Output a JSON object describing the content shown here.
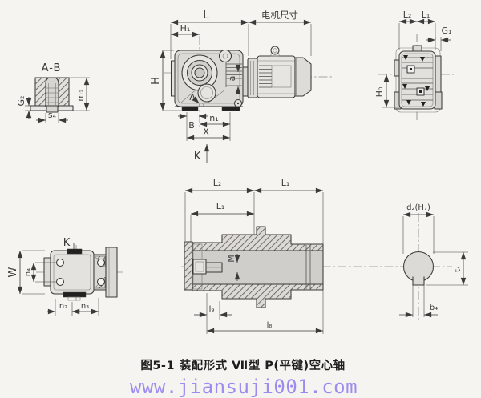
{
  "colors": {
    "paper": "#f6f4f0",
    "ink": "#3a3a38",
    "dark": "#232120",
    "body": "#dcdad6",
    "body-light": "#e7e5e1",
    "bore": "#d0ceca",
    "caption": "#1e1e1e",
    "watermark": "#9c8cf0"
  },
  "caption": "图5-1 装配形式  Ⅶ型  P(平键)空心轴",
  "watermark": "www.jiansuji001.com",
  "section_ab": {
    "title": "A-B",
    "g2": "G₂",
    "m2": "m₂",
    "s4": "s₄"
  },
  "side_view": {
    "l": "L",
    "motor_dim": "电机尺寸",
    "h1": "H₁",
    "h": "H",
    "a": "a",
    "a_hole": "A",
    "b": "B",
    "n1": "n₁",
    "x": "X",
    "k": "K"
  },
  "end_view": {
    "l2": "L₂",
    "l1": "L₁",
    "g1": "G₁",
    "h0": "H₀"
  },
  "shaft_view": {
    "l2": "L₂",
    "l1": "L₁",
    "l1_bore": "L₁",
    "d2": "d₂(H₇)",
    "m": "M",
    "l9": "l₉",
    "l8": "l₈",
    "t4": "t₄",
    "b4": "b₄"
  },
  "top_view": {
    "k": "K",
    "w": "W",
    "n4": "n₄",
    "n2": "n₂",
    "n3": "n₃"
  }
}
